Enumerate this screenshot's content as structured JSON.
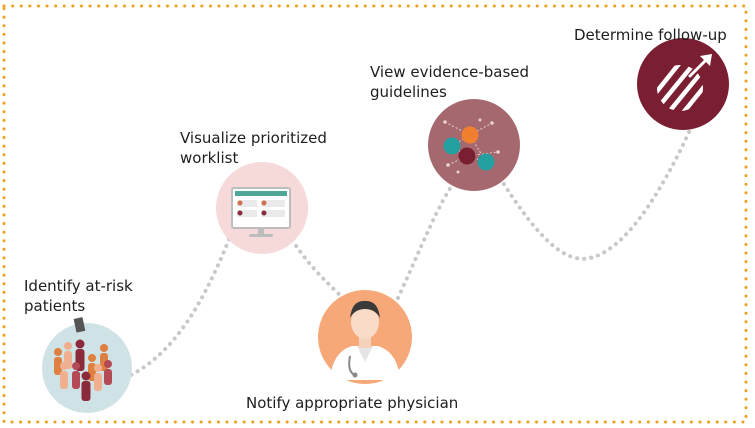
{
  "colors": {
    "border": "#f0a020",
    "path": "#c8c8c8",
    "teal_step": "#cfe3e6",
    "pink_step": "#f6dada",
    "orange_step": "#f7a878",
    "mauve_step": "#a5686e",
    "maroon_step": "#7a1f31"
  },
  "steps": [
    {
      "label_lines": [
        "Identify at-risk",
        "patients"
      ],
      "icon": "crowd-icon"
    },
    {
      "label_lines": [
        "Visualize prioritized",
        "worklist"
      ],
      "icon": "monitor-icon"
    },
    {
      "label_lines": [
        "Notify appropriate physician"
      ],
      "icon": "physician-icon"
    },
    {
      "label_lines": [
        "View evidence-based",
        "guidelines"
      ],
      "icon": "network-icon"
    },
    {
      "label_lines": [
        "Determine follow-up"
      ],
      "icon": "arrow-up-icon"
    }
  ]
}
